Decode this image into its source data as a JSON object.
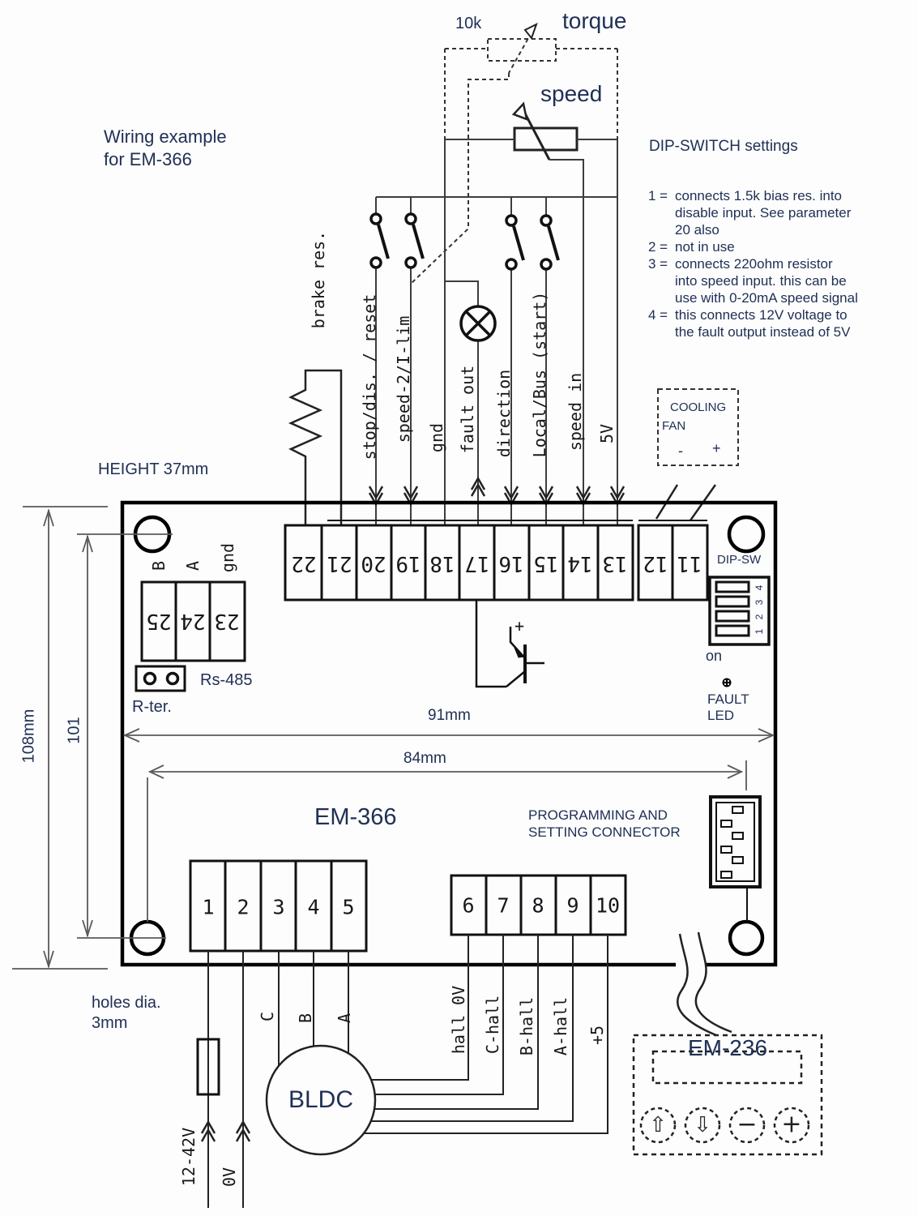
{
  "header": {
    "title_line1": "Wiring example",
    "title_line2": "for EM-366"
  },
  "pots": {
    "resistance": "10k",
    "torque_label": "torque",
    "speed_label": "speed"
  },
  "wire_labels": {
    "brake": "brake res.",
    "stop": "stop/dis. / reset",
    "speed2": "speed-2/I-lim",
    "gnd": "gnd",
    "fault": "fault out",
    "direction": "direction",
    "localbus": "Local/Bus (start)",
    "speedin": "speed in",
    "v5": "5V"
  },
  "dip_notes": {
    "title": "DIP-SWITCH settings",
    "items": [
      {
        "num": "1 =",
        "lines": [
          "connects 1.5k bias res. into",
          "disable input. See parameter",
          "20 also"
        ]
      },
      {
        "num": "2 =",
        "lines": [
          "not in use"
        ]
      },
      {
        "num": "3 =",
        "lines": [
          "connects 220ohm resistor",
          "into speed input. this can be",
          "use with 0-20mA speed signal"
        ]
      },
      {
        "num": "4 =",
        "lines": [
          "this connects 12V voltage to",
          "the fault output instead of  5V"
        ]
      }
    ]
  },
  "cooling_fan": {
    "line1": "COOLING",
    "line2": "FAN",
    "minus": "-",
    "plus": "+"
  },
  "dimensions": {
    "height": "HEIGHT 37mm",
    "h108": "108mm",
    "h101": "101",
    "w91": "91mm",
    "w84": "84mm",
    "holes_line1": "holes dia.",
    "holes_line2": "3mm"
  },
  "board": {
    "model": "EM-366",
    "prog_line1": "PROGRAMMING AND",
    "prog_line2": "SETTING CONNECTOR",
    "dip_sw": "DIP-SW",
    "dip_pins": [
      "1",
      "2",
      "3",
      "4"
    ],
    "on_label": "on",
    "fault_line1": "FAULT",
    "fault_line2": "LED",
    "rs485": "Rs-485",
    "rter": "R-ter.",
    "rs_col_b": "B",
    "rs_col_a": "A",
    "rs_col_gnd": "gnd",
    "plus": "+"
  },
  "terminals": {
    "top": [
      "22",
      "21",
      "20",
      "19",
      "18",
      "17",
      "16",
      "15",
      "14",
      "13"
    ],
    "aux": [
      "12",
      "11"
    ],
    "rs": [
      "25",
      "24",
      "23"
    ],
    "power": [
      "1",
      "2",
      "3",
      "4",
      "5"
    ],
    "hall": [
      "6",
      "7",
      "8",
      "9",
      "10"
    ]
  },
  "bottom_labels": {
    "supply_v": "12-42V",
    "zero_v": "0V",
    "phase_c": "C",
    "phase_b": "B",
    "phase_a": "A",
    "hall_0v": "hall 0V",
    "c_hall": "C-hall",
    "b_hall": "B-hall",
    "a_hall": "A-hall",
    "plus5": "+5"
  },
  "motor": {
    "label": "BLDC"
  },
  "em236": {
    "label": "EM-236",
    "btn_up": "⇧",
    "btn_down": "⇩",
    "btn_minus": "−",
    "btn_plus": "+"
  }
}
